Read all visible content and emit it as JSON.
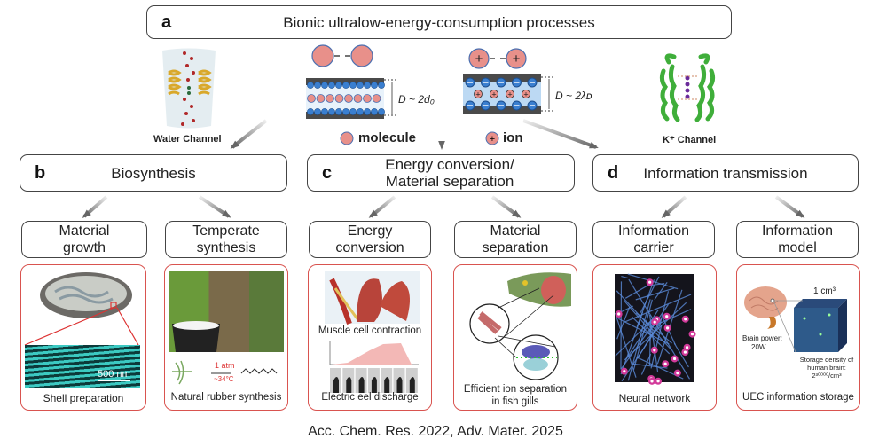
{
  "header": {
    "label": "a",
    "title": "Bionic ultralow-energy-consumption processes"
  },
  "top_illustrations": {
    "water_channel": "Water Channel",
    "k_channel": "K⁺ Channel",
    "molecule_legend": "molecule",
    "ion_legend": "ion",
    "molecule_gap": "D ~ 2d₀",
    "ion_gap": "D ~ 2λᴅ"
  },
  "sections": [
    {
      "label": "b",
      "title": "Biosynthesis"
    },
    {
      "label": "c",
      "title": "Energy conversion/\nMaterial separation",
      "line1": "Energy conversion/",
      "line2": "Material separation"
    },
    {
      "label": "d",
      "title": "Information transmission"
    }
  ],
  "subsections": [
    {
      "line1": "Material",
      "line2": "growth",
      "caption": "Shell preparation",
      "scale_bar": "500 nm"
    },
    {
      "line1": "Temperate",
      "line2": "synthesis",
      "caption": "Natural rubber synthesis",
      "condition_top": "1 atm",
      "condition_bottom": "~34°C"
    },
    {
      "line1": "Energy",
      "line2": "conversion",
      "caption_top": "Muscle cell contraction",
      "caption": "Electric eel discharge"
    },
    {
      "line1": "Material",
      "line2": "separation",
      "caption": "Efficient ion separation",
      "caption2": "in fish gills"
    },
    {
      "line1": "Information",
      "line2": "carrier",
      "caption": "Neural network"
    },
    {
      "line1": "Information",
      "line2": "model",
      "caption": "UEC information storage",
      "volume": "1 cm³",
      "power_label": "Brain power:",
      "power_value": "20W",
      "density_label1": "Storage density of",
      "density_label2": "human brain:",
      "density_value": "2³⁰⁰⁰⁰/cm³"
    }
  ],
  "citation": "Acc. Chem. Res. 2022, Adv. Mater. 2025",
  "colors": {
    "card_border": "#d9534f",
    "box_border": "#444444",
    "molecule": "#e8908a",
    "channel_blue": "#3a7fd0",
    "wall": "#4a4a4a",
    "protein_green": "#3fae3a",
    "helix_gold": "#d9a82a"
  }
}
